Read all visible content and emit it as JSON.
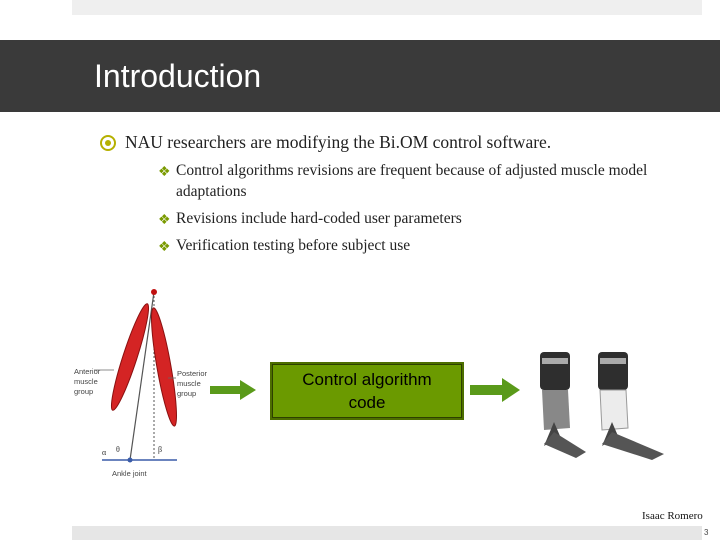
{
  "slide": {
    "title": "Introduction",
    "main_bullet": "NAU researchers are modifying the Bi.OM control software.",
    "sub_bullets": [
      "Control algorithms revisions are frequent because of adjusted muscle model adaptations",
      "Revisions include hard-coded user parameters",
      "Verification testing before subject use"
    ],
    "diagram": {
      "anterior_label": [
        "Anterior",
        "muscle",
        "group"
      ],
      "posterior_label": [
        "Posterior",
        "muscle",
        "group"
      ],
      "ankle_label": "Ankle joint",
      "angle_labels": [
        "α",
        "θ",
        "β"
      ]
    },
    "code_box": {
      "line1": "Control algorithm",
      "line2": "code"
    },
    "author": "Isaac Romero",
    "page_number": "3",
    "colors": {
      "title_bar": "#3a3a3a",
      "accent": "#b5b000",
      "box_fill": "#6b9a00",
      "arrow": "#5a9a1a",
      "muscle": "#d42424"
    }
  }
}
